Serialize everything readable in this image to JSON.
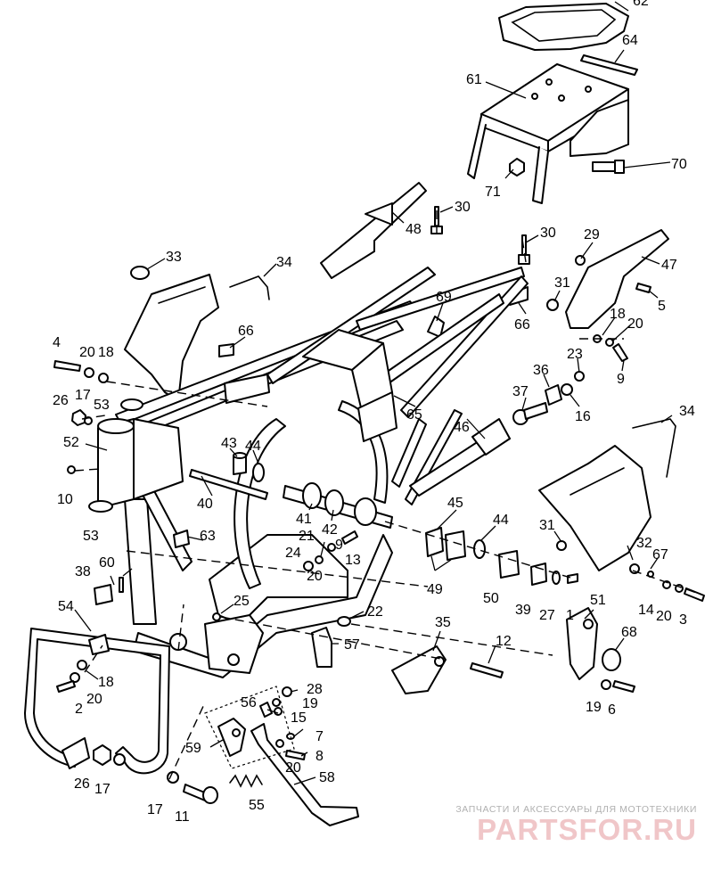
{
  "watermark": {
    "tagline": "ЗАПЧАСТИ И АКСЕССУАРЫ ДЛЯ МОТОТЕХНИКИ",
    "brand": "PARTSFOR.RU"
  },
  "callouts": {
    "c62": "62",
    "c64": "64",
    "c61": "61",
    "c70": "70",
    "c71": "71",
    "c48": "48",
    "c30a": "30",
    "c30b": "30",
    "c29": "29",
    "c47": "47",
    "c33": "33",
    "c34a": "34",
    "c31a": "31",
    "c5": "5",
    "c69": "69",
    "c66a": "66",
    "c66b": "66",
    "c18a": "18",
    "c20a": "20",
    "c4": "4",
    "c20b": "20",
    "c18b": "18",
    "c23": "23",
    "c9a": "9",
    "c36": "36",
    "c37": "37",
    "c16": "16",
    "c26a": "26",
    "c17a": "17",
    "c53a": "53",
    "c65": "65",
    "c46": "46",
    "c34b": "34",
    "c52": "52",
    "c43": "43",
    "c44a": "44",
    "c10": "10",
    "c40": "40",
    "c45": "45",
    "c44b": "44",
    "c31b": "31",
    "c41": "41",
    "c42": "42",
    "c53b": "53",
    "c63": "63",
    "c21": "21",
    "c9b": "9",
    "c24": "24",
    "c13": "13",
    "c20c": "20",
    "c32": "32",
    "c67": "67",
    "c49": "49",
    "c50": "50",
    "c39": "39",
    "c27": "27",
    "c1": "1",
    "c14": "14",
    "c20d": "20",
    "c3": "3",
    "c38": "38",
    "c60": "60",
    "c51": "51",
    "c54": "54",
    "c25": "25",
    "c22": "22",
    "c35": "35",
    "c12": "12",
    "c68": "68",
    "c57": "57",
    "c18c": "18",
    "c20e": "20",
    "c2": "2",
    "c28": "28",
    "c19a": "19",
    "c15": "15",
    "c56": "56",
    "c19b": "19",
    "c6": "6",
    "c7": "7",
    "c8": "8",
    "c59": "59",
    "c20f": "20",
    "c26b": "26",
    "c17b": "17",
    "c58": "58",
    "c17c": "17",
    "c11": "11",
    "c55": "55"
  }
}
